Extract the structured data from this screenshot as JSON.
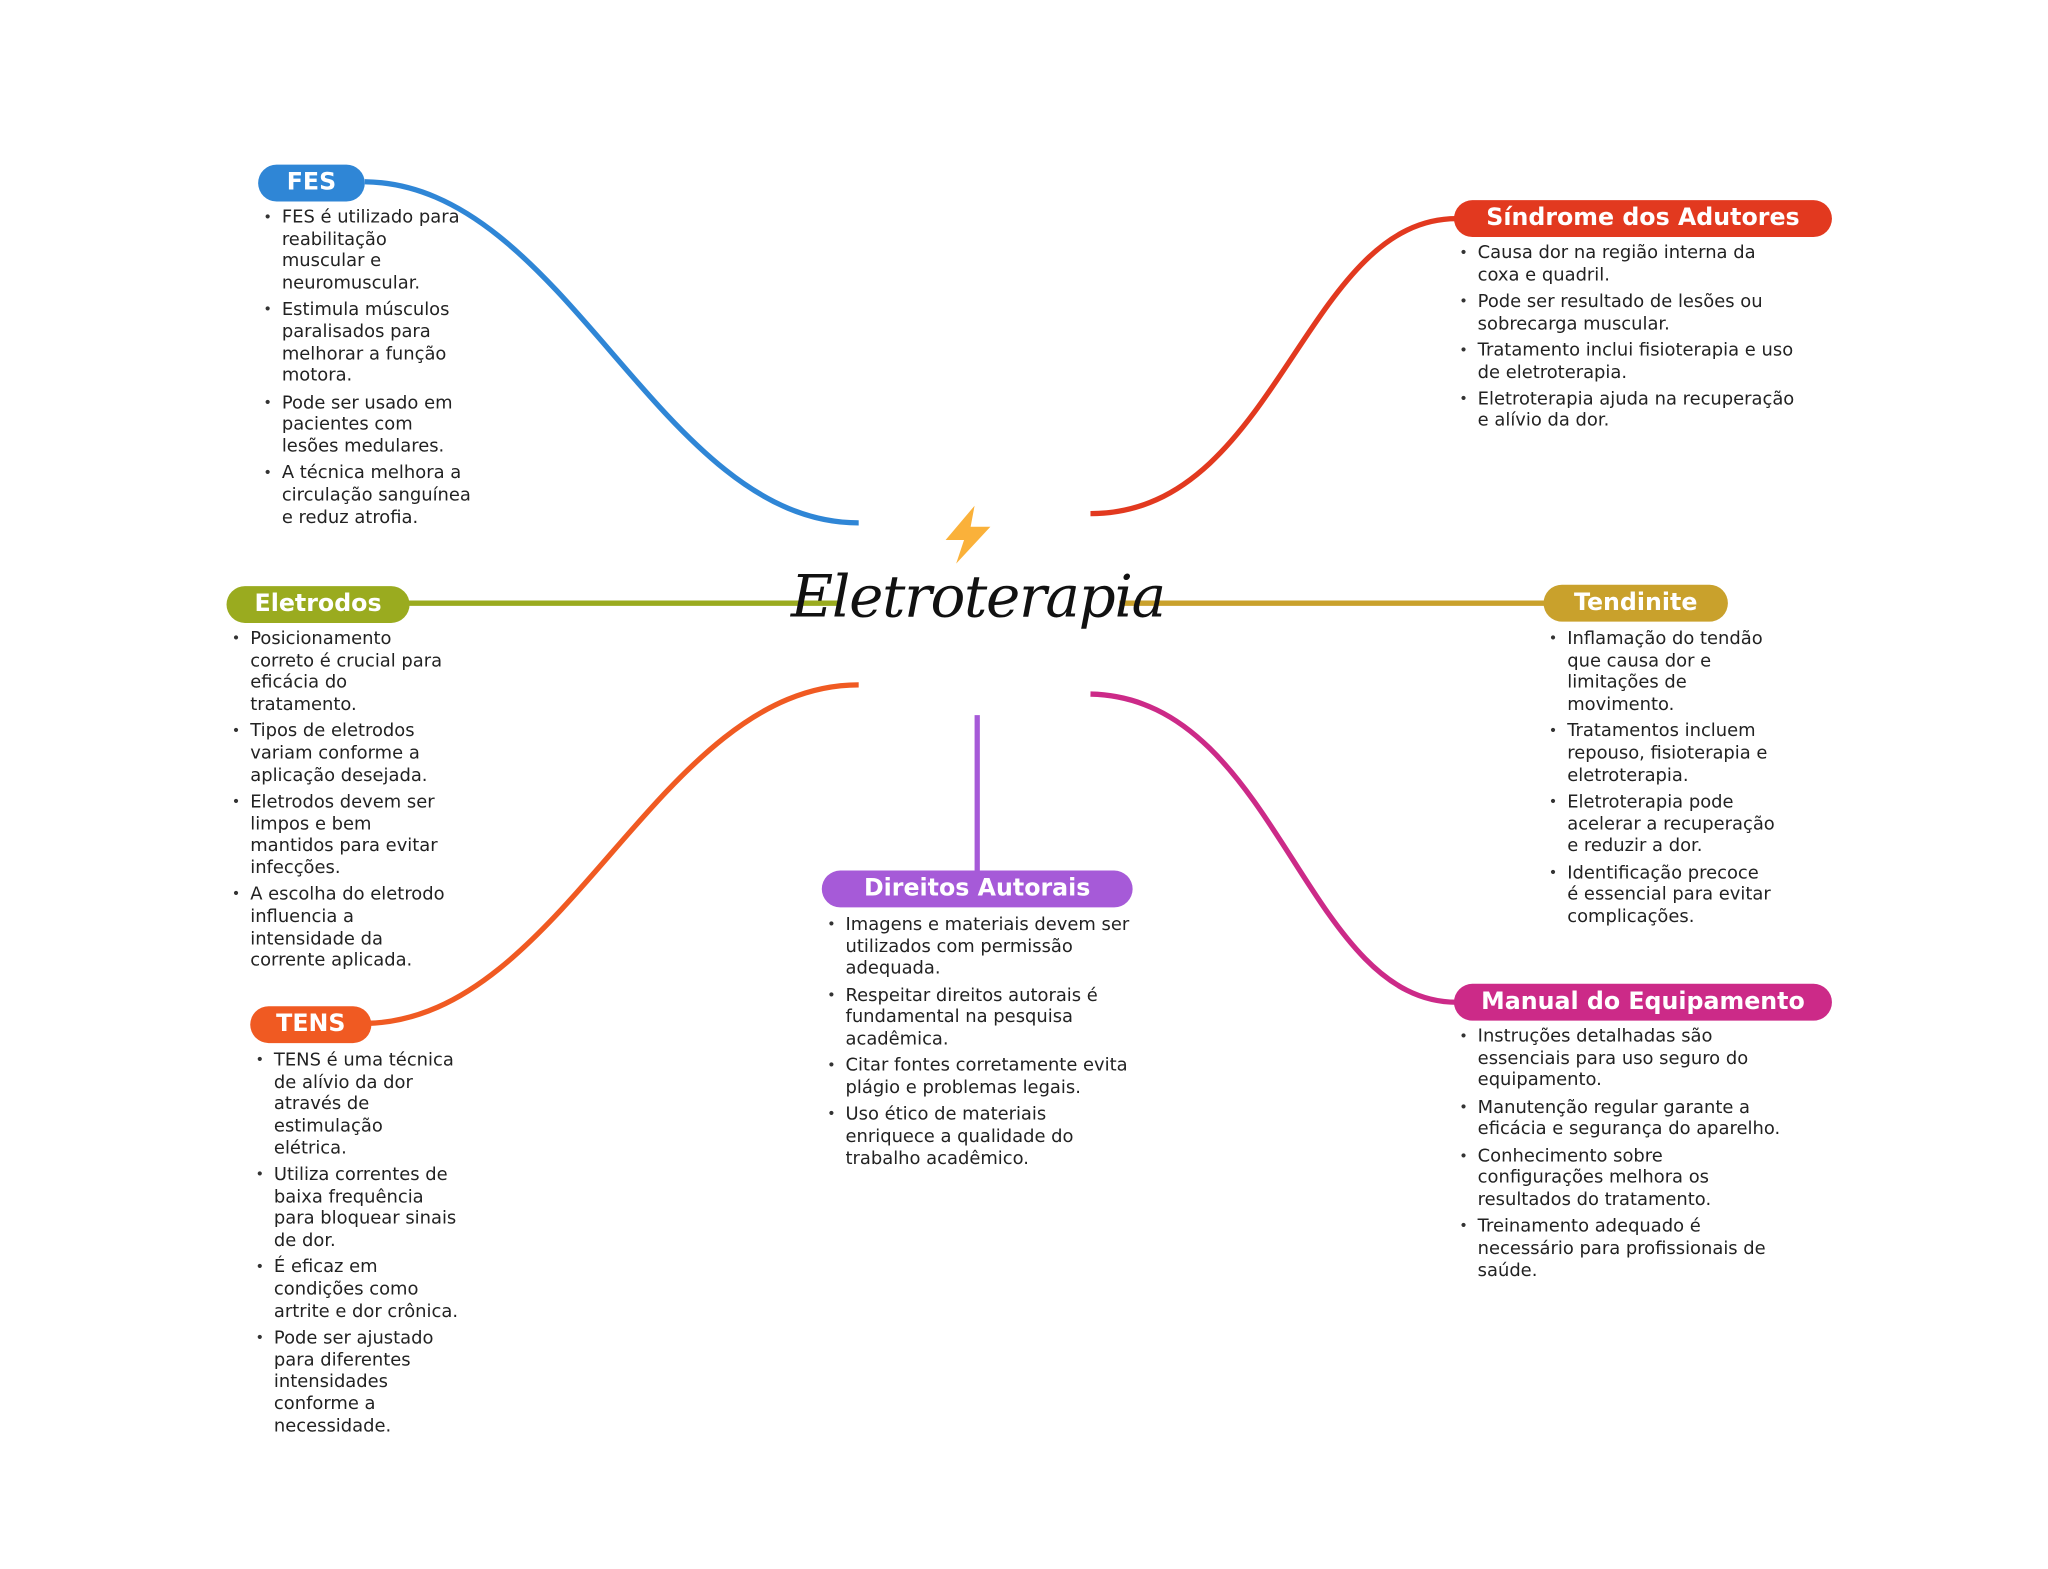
{
  "center": {
    "title": "Eletroterapia",
    "icon": "lightning-bolt-icon",
    "icon_color": "#f9a825"
  },
  "branches": [
    {
      "key": "fes",
      "title": "FES",
      "color": "#2f86d6",
      "notes": [
        "FES é utilizado para reabilitação muscular e neuromuscular.",
        "Estimula músculos paralisados para melhorar a função motora.",
        "Pode ser usado em pacientes com lesões medulares.",
        "A técnica melhora a circulação sanguínea e reduz atrofia."
      ]
    },
    {
      "key": "eletrodos",
      "title": "Eletrodos",
      "color": "#9aab1f",
      "notes": [
        "Posicionamento correto é crucial para eficácia do tratamento.",
        "Tipos de eletrodos variam conforme a aplicação desejada.",
        "Eletrodos devem ser limpos e bem mantidos para evitar infecções.",
        "A escolha do eletrodo influencia a intensidade da corrente aplicada."
      ]
    },
    {
      "key": "tens",
      "title": "TENS",
      "color": "#f05a22",
      "notes": [
        "TENS é uma técnica de alívio da dor através de estimulação elétrica.",
        "Utiliza correntes de baixa frequência para bloquear sinais de dor.",
        "É eficaz em condições como artrite e dor crônica.",
        "Pode ser ajustado para diferentes intensidades conforme a necessidade."
      ]
    },
    {
      "key": "direitos",
      "title": "Direitos Autorais",
      "color": "#a65ad8",
      "notes": [
        "Imagens e materiais devem ser utilizados com permissão adequada.",
        "Respeitar direitos autorais é fundamental na pesquisa acadêmica.",
        "Citar fontes corretamente evita plágio e problemas legais.",
        "Uso ético de materiais enriquece a qualidade do trabalho acadêmico."
      ]
    },
    {
      "key": "sindrome",
      "title": "Síndrome dos Adutores",
      "color": "#e2391f",
      "notes": [
        "Causa dor na região interna da coxa e quadril.",
        "Pode ser resultado de lesões ou sobrecarga muscular.",
        "Tratamento inclui fisioterapia e uso de eletroterapia.",
        "Eletroterapia ajuda na recuperação e alívio da dor."
      ]
    },
    {
      "key": "tendinite",
      "title": "Tendinite",
      "color": "#c9a12c",
      "notes": [
        "Inflamação do tendão que causa dor e limitações de movimento.",
        "Tratamentos incluem repouso, fisioterapia e eletroterapia.",
        "Eletroterapia pode acelerar a recuperação e reduzir a dor.",
        "Identificação precoce é essencial para evitar complicações."
      ]
    },
    {
      "key": "manual",
      "title": "Manual do Equipamento",
      "color": "#cc2a88",
      "notes": [
        "Instruções detalhadas são essenciais para uso seguro do equipamento.",
        "Manutenção regular garante a eficácia e segurança do aparelho.",
        "Conhecimento sobre configurações melhora os resultados do tratamento.",
        "Treinamento adequado é necessário para profissionais de saúde."
      ]
    }
  ]
}
